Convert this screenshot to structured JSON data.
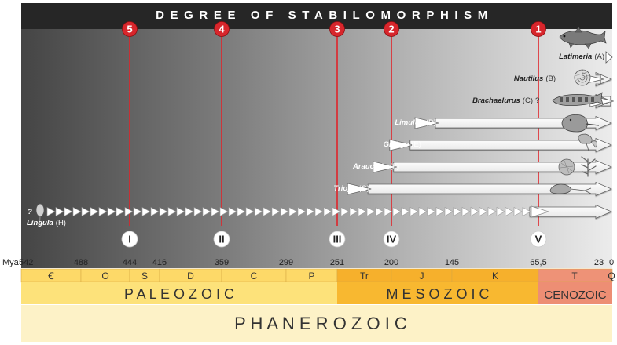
{
  "title": "DEGREE OF STABILOMORPHISM",
  "scale_unit": "Mya",
  "time_ticks": [
    "542",
    "488",
    "444",
    "416",
    "359",
    "299",
    "251",
    "200",
    "145",
    "65,5",
    "23",
    "0"
  ],
  "markers": [
    {
      "number": "5",
      "roman": "I",
      "mya": 444
    },
    {
      "number": "4",
      "roman": "II",
      "mya": 359
    },
    {
      "number": "3",
      "roman": "III",
      "mya": 251
    },
    {
      "number": "2",
      "roman": "IV",
      "mya": 200
    },
    {
      "number": "1",
      "roman": "V",
      "mya": 65.5
    }
  ],
  "taxa": [
    {
      "genus": "Latimeria",
      "letter": "(A)",
      "origin_mya": 0
    },
    {
      "genus": "Nautilus",
      "letter": "(B)",
      "origin_mya": 20
    },
    {
      "genus": "Brachaelurus",
      "letter": "(C)",
      "origin_mya": 3
    },
    {
      "genus": "Limulus",
      "letter": "(D)",
      "origin_mya": 160
    },
    {
      "genus": "Ginkgo",
      "letter": "(E)",
      "origin_mya": 183
    },
    {
      "genus": "Araucaria",
      "letter": "(F)",
      "origin_mya": 198
    },
    {
      "genus": "Triops",
      "letter": "(G)",
      "origin_mya": 222
    },
    {
      "genus": "Lingula",
      "letter": "(H)",
      "origin_mya": 542
    }
  ],
  "unknown_mark": "?",
  "periods": [
    {
      "label": "Ꞓ",
      "start": 542,
      "end": 488
    },
    {
      "label": "O",
      "start": 488,
      "end": 444
    },
    {
      "label": "S",
      "start": 444,
      "end": 416
    },
    {
      "label": "D",
      "start": 416,
      "end": 359
    },
    {
      "label": "C",
      "start": 359,
      "end": 299
    },
    {
      "label": "P",
      "start": 299,
      "end": 251
    },
    {
      "label": "Tr",
      "start": 251,
      "end": 200
    },
    {
      "label": "J",
      "start": 200,
      "end": 145
    },
    {
      "label": "K",
      "start": 145,
      "end": 65.5
    },
    {
      "label": "T",
      "start": 65.5,
      "end": 2.6
    },
    {
      "label": "Q",
      "start": 2.6,
      "end": 0
    }
  ],
  "eras": [
    {
      "label": "P A L E O Z O I C",
      "start": 542,
      "end": 251,
      "color": "#fde27a"
    },
    {
      "label": "M E S O Z O I C",
      "start": 251,
      "end": 65.5,
      "color": "#f8b830"
    },
    {
      "label": "CENOZOIC",
      "start": 65.5,
      "end": 0,
      "color": "#ed8e74"
    }
  ],
  "eon": {
    "label": "P H A N E R O Z O I C",
    "color": "#fdf2c7"
  },
  "colors": {
    "marker_line": "#e0242a",
    "marker_circle": "#d8262c",
    "header_bg": "#262626",
    "period_bg": "#fdd968",
    "mesozoic_period_bg": "#f6b02c",
    "cenozoic_period_bg": "#ee9277"
  }
}
